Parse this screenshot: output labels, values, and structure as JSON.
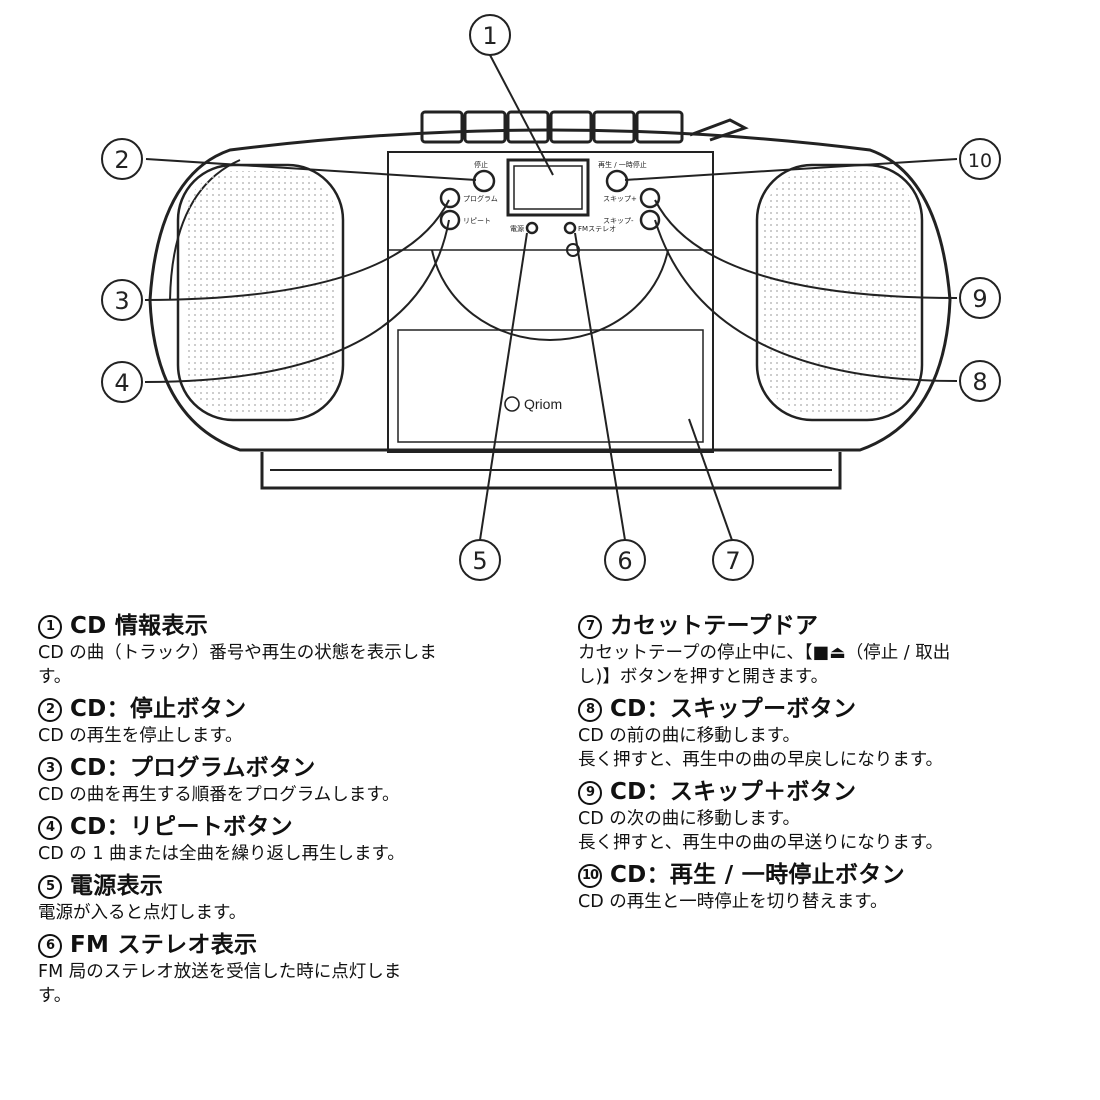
{
  "diagram": {
    "callouts": [
      "1",
      "2",
      "3",
      "4",
      "5",
      "6",
      "7",
      "8",
      "9",
      "10"
    ],
    "panel_labels": {
      "stop": "停止",
      "program": "プログラム",
      "repeat": "リピート",
      "power": "電源",
      "fm_stereo": "FMステレオ",
      "play_pause": "再生 / 一時停止",
      "skip_plus": "スキップ+",
      "skip_minus": "スキップ-"
    },
    "brand": "Qriom"
  },
  "legend_left": [
    {
      "num": "1",
      "title": "CD 情報表示",
      "desc": [
        "CD の曲（トラック）番号や再生の状態を表示しま",
        "す。"
      ]
    },
    {
      "num": "2",
      "title": "CD：停止ボタン",
      "desc": [
        "CD の再生を停止します。"
      ]
    },
    {
      "num": "3",
      "title": "CD：プログラムボタン",
      "desc": [
        "CD の曲を再生する順番をプログラムします。"
      ]
    },
    {
      "num": "4",
      "title": "CD：リピートボタン",
      "desc": [
        "CD の 1 曲または全曲を繰り返し再生します。"
      ]
    },
    {
      "num": "5",
      "title": "電源表示",
      "desc": [
        "電源が入ると点灯します。"
      ]
    },
    {
      "num": "6",
      "title": "FM ステレオ表示",
      "desc": [
        "FM 局のステレオ放送を受信した時に点灯しま",
        "す。"
      ]
    }
  ],
  "legend_right": [
    {
      "num": "7",
      "title": "カセットテープドア",
      "desc": [
        "カセットテープの停止中に、【■⏏（停止 / 取出",
        "し)】ボタンを押すと開きます。"
      ]
    },
    {
      "num": "8",
      "title": "CD：スキップーボタン",
      "desc": [
        "CD の前の曲に移動します。",
        "長く押すと、再生中の曲の早戻しになります。"
      ]
    },
    {
      "num": "9",
      "title": "CD：スキップ＋ボタン",
      "desc": [
        "CD の次の曲に移動します。",
        "長く押すと、再生中の曲の早送りになります。"
      ]
    },
    {
      "num": "10",
      "title": "CD：再生 / 一時停止ボタン",
      "desc": [
        "CD の再生と一時停止を切り替えます。"
      ]
    }
  ]
}
